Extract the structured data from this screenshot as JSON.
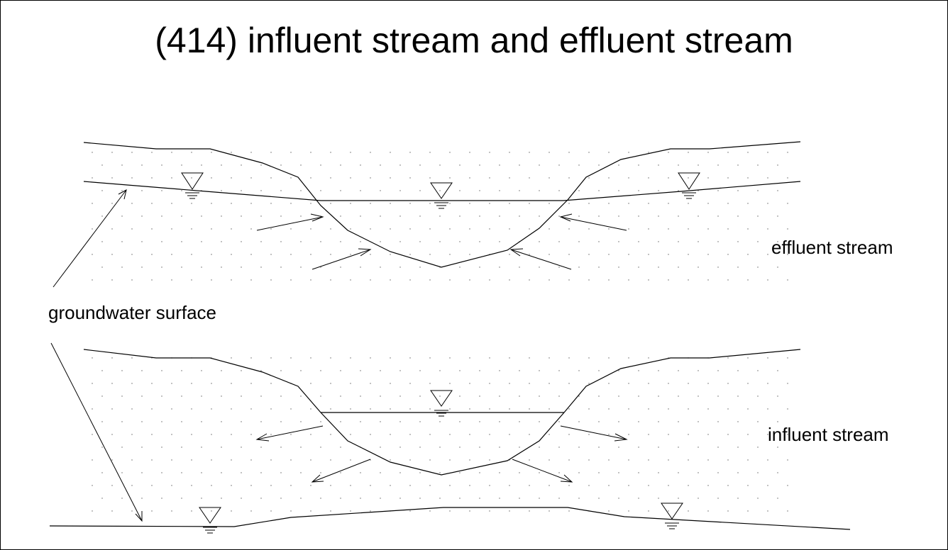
{
  "title": "(414) influent stream and effluent stream",
  "labels": {
    "effluent": "effluent stream",
    "influent": "influent stream",
    "groundwater": "groundwater surface"
  },
  "colors": {
    "line": "#000000",
    "background": "#ffffff",
    "stipple": "#666666"
  }
}
